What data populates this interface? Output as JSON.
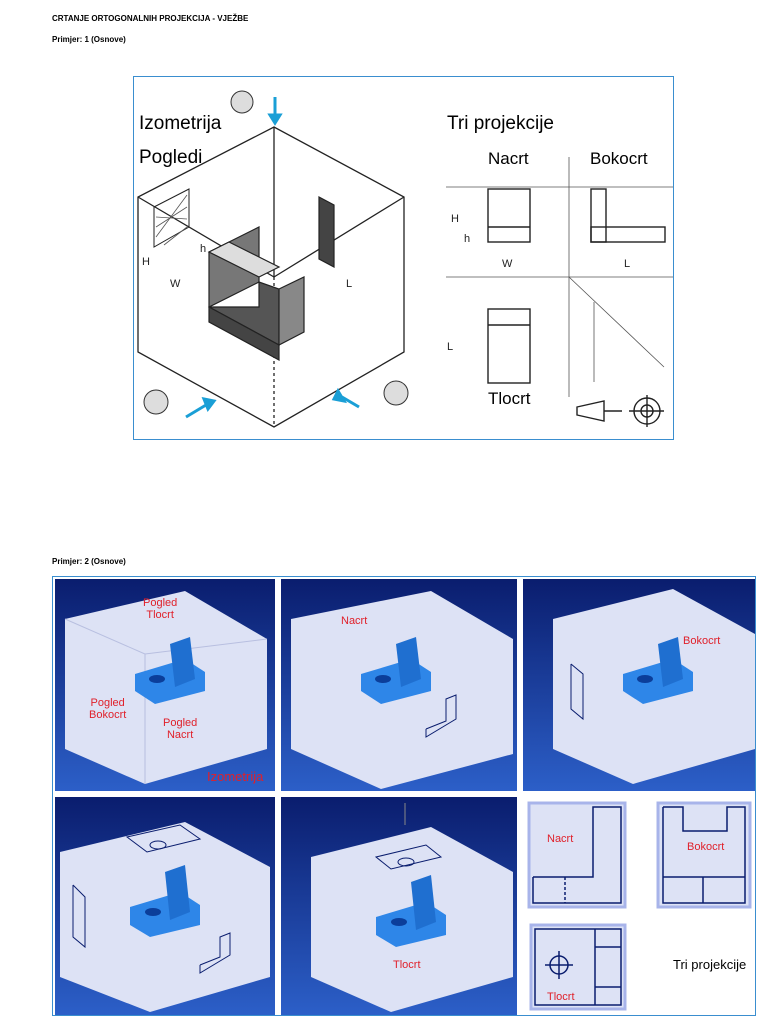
{
  "header": {
    "title": "CRTANJE ORTOGONALNIH PROJEKCIJA - VJEŽBE",
    "example1": "Primjer: 1 (Osnove)",
    "example2": "Primjer: 2 (Osnove)"
  },
  "figure1": {
    "left_title": "Izometrija",
    "left_subtitle": "Pogledi",
    "right_title": "Tri projekcije",
    "front_label": "Nacrt",
    "side_label": "Bokocrt",
    "top_label": "Tlocrt",
    "dims": {
      "H": "H",
      "h": "h",
      "W": "W",
      "L": "L"
    }
  },
  "figure2": {
    "p1": {
      "top": "Pogled\nTlocrt",
      "left": "Pogled\nBokocrt",
      "front": "Pogled\nNacrt",
      "iso": "Izometrija"
    },
    "p2": {
      "label": "Nacrt"
    },
    "p3": {
      "label": "Bokocrt"
    },
    "p5": {
      "label": "Tlocrt"
    },
    "p6": {
      "nacrt": "Nacrt",
      "bokocrt": "Bokocrt",
      "tlocrt": "Tlocrt",
      "tri": "Tri projekcije"
    }
  },
  "colors": {
    "accent": "#3a8ecf",
    "navy": "#0a1d6e",
    "label_red": "#e0202a",
    "part_blue": "#2e86e8"
  }
}
